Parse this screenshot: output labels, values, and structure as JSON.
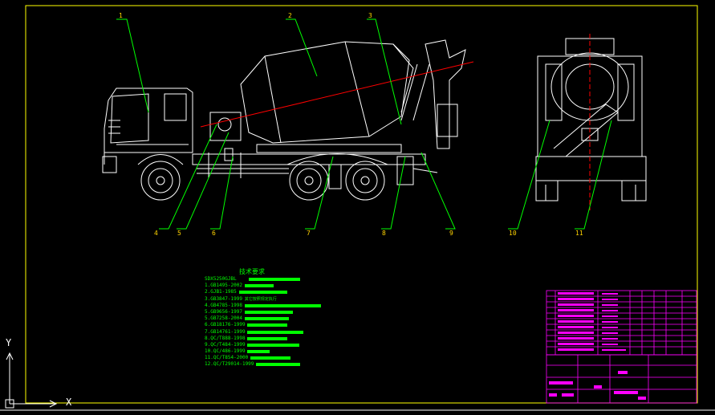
{
  "labels": [
    "1",
    "2",
    "3",
    "4",
    "5",
    "6",
    "7",
    "8",
    "9",
    "10",
    "11"
  ],
  "tech_notes": {
    "title": "技术要求",
    "lines": [
      "SDX5250GJBL",
      "1.GB1495-2002",
      "2.GJB1-1985",
      "3.GB3847-1999",
      "4.GB4785-1998",
      "5.GB9656-1997",
      "5.GB7258-2004",
      "6.GB18176-1999",
      "7.GB14761-1999",
      "8.QC/T888-1998",
      "9.QC/T484-1999",
      "10.QC/486-1999",
      "11.QC/T854-2000",
      "12.QC/T29014-1999"
    ],
    "extra": "其它按照规定执行"
  },
  "coords": {
    "x": "X",
    "y": "Y"
  },
  "colors": {
    "frame": "#ffff00",
    "drawing": "#ffffff",
    "leader": "#00ff00",
    "center": "#ff0000",
    "table": "#ff00ff"
  }
}
